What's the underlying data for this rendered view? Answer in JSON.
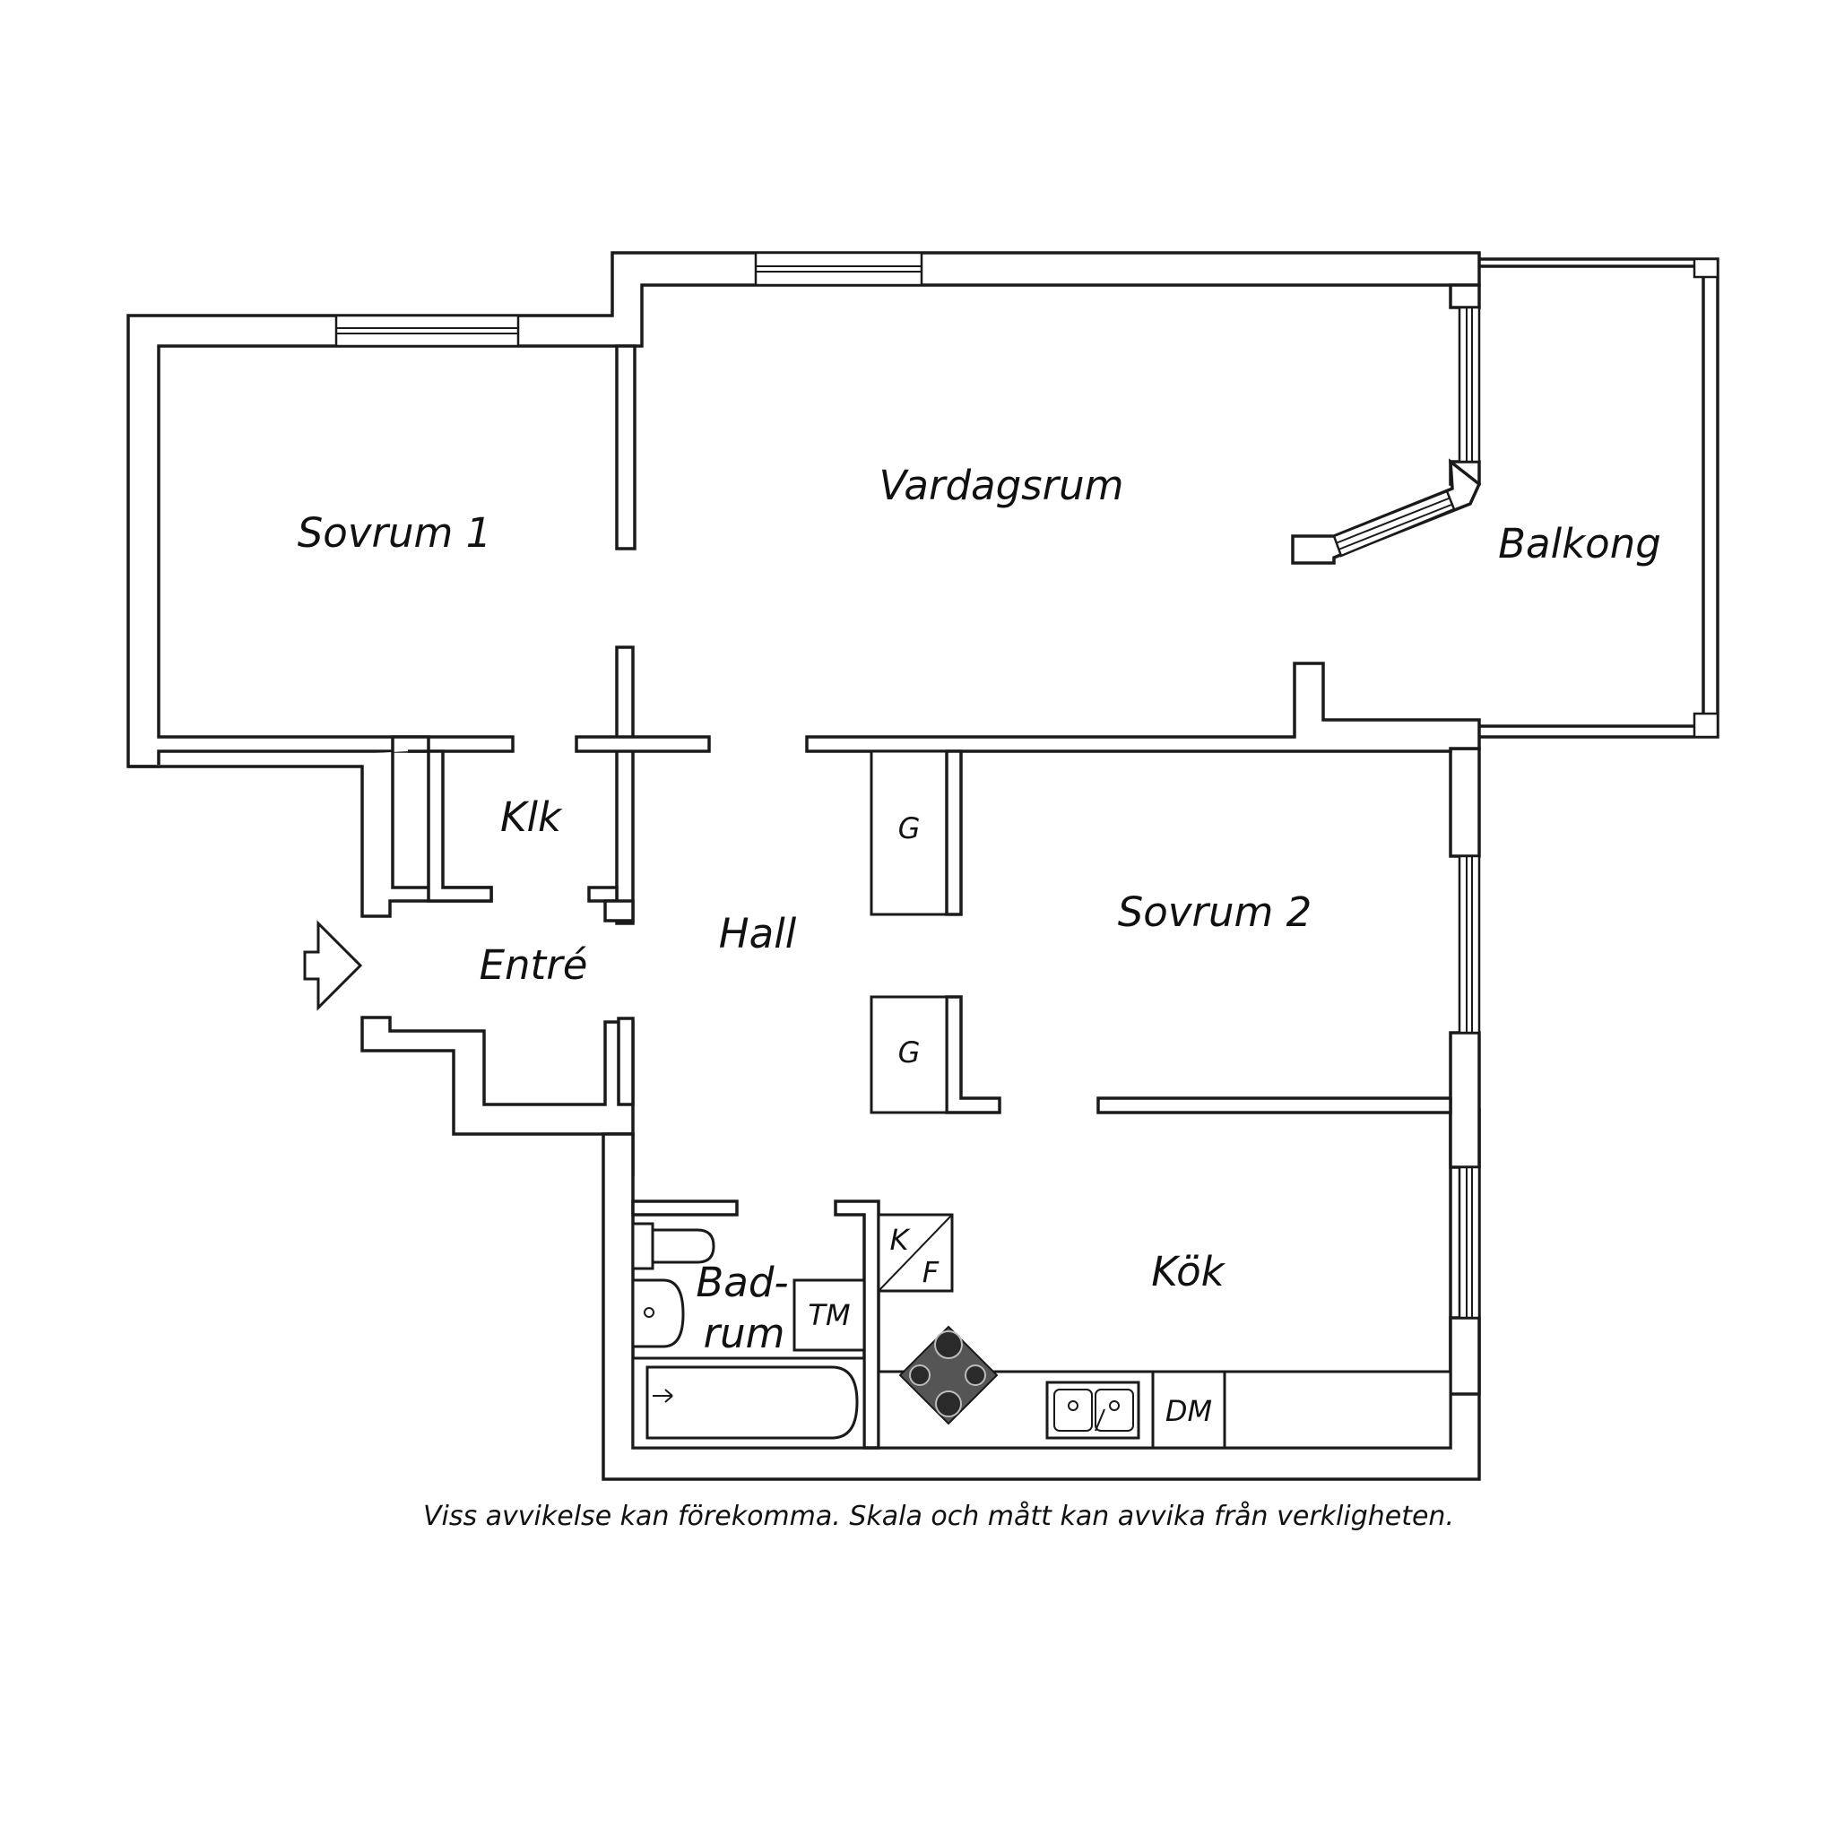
{
  "rooms": {
    "sovrum1": "Sovrum 1",
    "vardagsrum": "Vardagsrum",
    "balkong": "Balkong",
    "klk": "Klk",
    "hall": "Hall",
    "entre": "Entré",
    "sovrum2": "Sovrum 2",
    "badrum_line1": "Bad-",
    "badrum_line2": "rum",
    "kok": "Kök"
  },
  "fixtures": {
    "garderob1": "G",
    "garderob2": "G",
    "kyl": "K",
    "frys": "F",
    "tvattmaskin": "TM",
    "diskmaskin": "DM"
  },
  "disclaimer": "Viss avvikelse kan förekomma. Skala och mått kan avvika från verkligheten."
}
